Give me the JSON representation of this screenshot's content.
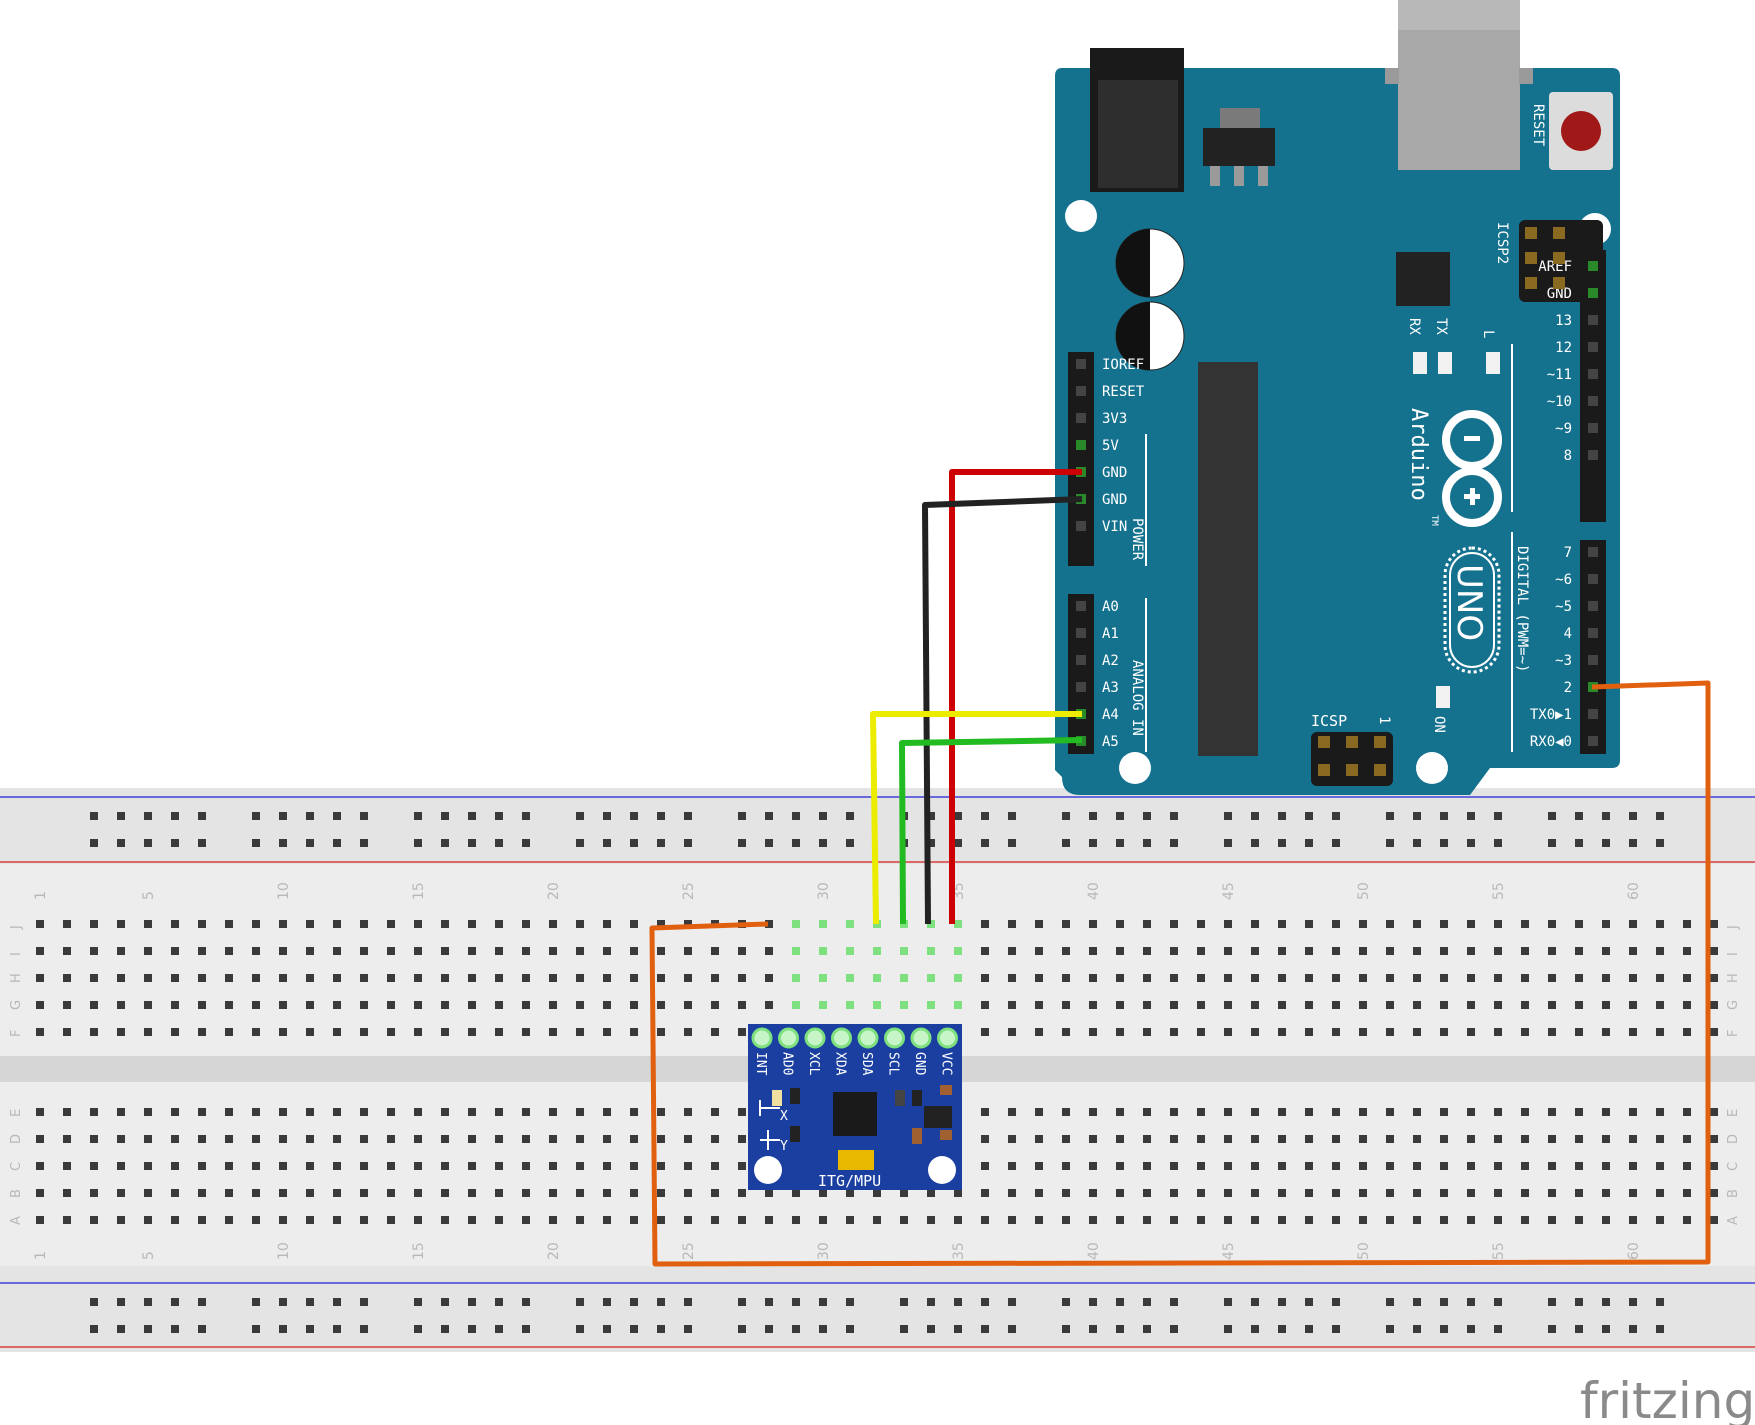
{
  "colors": {
    "board_blue": "#15728f",
    "breadboard": "#ededed",
    "wire_red": "#cc0000",
    "wire_black": "#222222",
    "wire_yellow": "#ecec00",
    "wire_green": "#22bb22",
    "wire_orange": "#e06010",
    "module_blue": "#1a3fa0",
    "rail_red": "#d84040",
    "rail_blue": "#4040d8"
  },
  "arduino": {
    "reset_label": "RESET",
    "icsp2_label": "ICSP2",
    "rx_label": "RX",
    "tx_label": "TX",
    "l_label": "L",
    "brand": "Arduino",
    "tm": "TM",
    "model": "UNO",
    "icsp_label": "ICSP",
    "icsp_one": "1",
    "on_label": "ON",
    "power_label": "POWER",
    "analog_label": "ANALOG IN",
    "digital_label": "DIGITAL (PWM=~)",
    "power_pins": [
      "IOREF",
      "RESET",
      "3V3",
      "5V",
      "GND",
      "GND",
      "VIN"
    ],
    "analog_pins": [
      "A0",
      "A1",
      "A2",
      "A3",
      "A4",
      "A5"
    ],
    "digital_pins_top": [
      "AREF",
      "GND",
      "13",
      "12",
      "~11",
      "~10",
      "~9",
      "8"
    ],
    "digital_pins_bottom": [
      "7",
      "~6",
      "~5",
      "4",
      "~3",
      "2",
      "TX0▶1",
      "RX0◀0"
    ]
  },
  "breadboard": {
    "column_numbers": [
      "1",
      "5",
      "10",
      "15",
      "20",
      "25",
      "30",
      "35",
      "40",
      "45",
      "50",
      "55",
      "60"
    ],
    "rows_top": [
      "J",
      "I",
      "H",
      "G",
      "F"
    ],
    "rows_bottom": [
      "E",
      "D",
      "C",
      "B",
      "A"
    ]
  },
  "module": {
    "pins": [
      "INT",
      "AD0",
      "XCL",
      "XDA",
      "SDA",
      "SCL",
      "GND",
      "VCC"
    ],
    "name": "ITG/MPU",
    "axis_x": "X",
    "axis_y": "Y"
  },
  "footer": {
    "logo": "fritzing"
  }
}
